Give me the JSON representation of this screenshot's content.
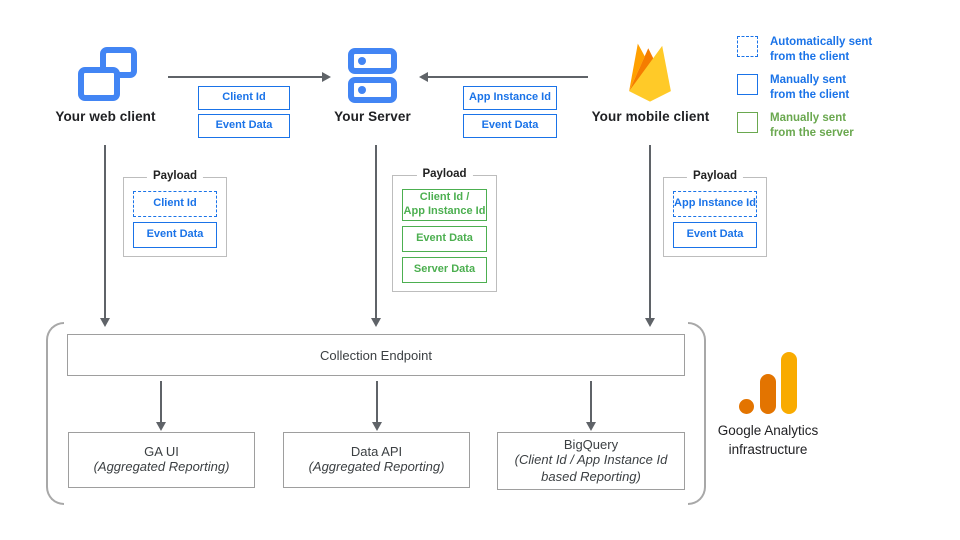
{
  "colors": {
    "blue": "#1a73e8",
    "icon_blue": "#4285f4",
    "green": "#4caf50",
    "legend_green": "#6aa84f",
    "arrow": "#5f6368",
    "box_border": "#9e9e9e",
    "payload_border": "#bdbdbd",
    "text_dark": "#3c4043",
    "ga_orange": "#e37400",
    "ga_yellow": "#f9ab00",
    "firebase_amber": "#ffa000",
    "firebase_orange": "#f57c00",
    "firebase_yellow": "#ffca28"
  },
  "nodes": {
    "web_client": {
      "label": "Your web client"
    },
    "server": {
      "label": "Your Server"
    },
    "mobile_client": {
      "label": "Your mobile client"
    }
  },
  "flows": {
    "web_to_server": {
      "labels": [
        "Client Id",
        "Event Data"
      ]
    },
    "mobile_to_server": {
      "labels": [
        "App Instance Id",
        "Event Data"
      ]
    }
  },
  "legend": {
    "items": [
      {
        "label": "Automatically sent\nfrom the client",
        "style": "dashed-blue"
      },
      {
        "label": "Manually sent\nfrom the client",
        "style": "solid-blue"
      },
      {
        "label": "Manually sent\nfrom the server",
        "style": "solid-green"
      }
    ]
  },
  "payloads": [
    {
      "title": "Payload",
      "items": [
        {
          "text": "Client Id",
          "style": "dashed-blue"
        },
        {
          "text": "Event Data",
          "style": "solid-blue"
        }
      ]
    },
    {
      "title": "Payload",
      "items": [
        {
          "text": "Client Id /\nApp Instance Id",
          "style": "solid-green"
        },
        {
          "text": "Event Data",
          "style": "solid-green"
        },
        {
          "text": "Server Data",
          "style": "solid-green"
        }
      ]
    },
    {
      "title": "Payload",
      "items": [
        {
          "text": "App Instance Id",
          "style": "dashed-blue"
        },
        {
          "text": "Event Data",
          "style": "solid-blue"
        }
      ]
    }
  ],
  "infrastructure": {
    "endpoint_label": "Collection Endpoint",
    "outputs": [
      {
        "title": "GA UI",
        "subtitle": "(Aggregated Reporting)"
      },
      {
        "title": "Data API",
        "subtitle": "(Aggregated Reporting)"
      },
      {
        "title": "BigQuery",
        "subtitle": "(Client Id / App Instance Id\nbased Reporting)"
      }
    ],
    "brand": {
      "line1": "Google Analytics",
      "line2": "infrastructure"
    }
  }
}
